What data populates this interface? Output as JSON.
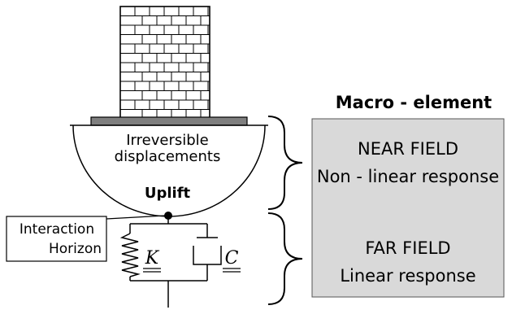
{
  "labels": {
    "irreversible_line1": "Irreversible",
    "irreversible_line2": "displacements",
    "uplift": "Uplift",
    "interaction_line1": "Interaction",
    "interaction_line2": "Horizon",
    "spring_symbol": "K",
    "dashpot_symbol": "C"
  },
  "macro_element": {
    "title": "Macro - element",
    "near_field": {
      "title": "NEAR FIELD",
      "subtitle": "Non - linear response"
    },
    "far_field": {
      "title": "FAR FIELD",
      "subtitle": "Linear response"
    }
  },
  "colors": {
    "box_fill": "#d9d9d9",
    "footing_fill": "#7f7f7f",
    "line": "#000000"
  }
}
